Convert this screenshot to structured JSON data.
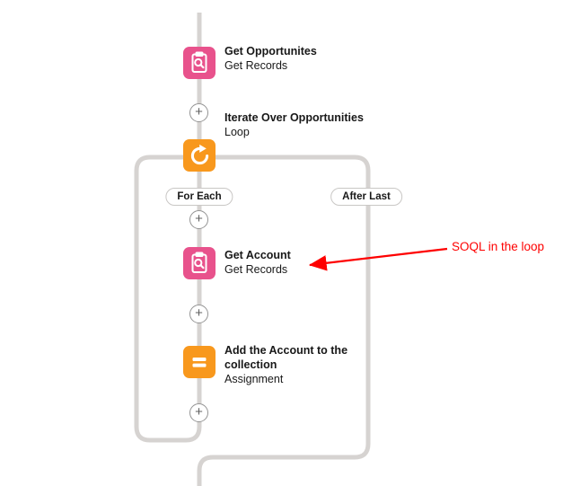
{
  "colors": {
    "pink": "#e8528c",
    "orange": "#f8981d",
    "connector": "#d6d3d1",
    "annotation": "#fe0000",
    "text": "#181818"
  },
  "icons": {
    "plus": "+"
  },
  "nodes": {
    "get_opportunities": {
      "title": "Get Opportunites",
      "subtitle": "Get Records"
    },
    "loop": {
      "title": "Iterate Over Opportunities",
      "subtitle": "Loop"
    },
    "get_account": {
      "title": "Get Account",
      "subtitle": "Get Records"
    },
    "assignment": {
      "title": "Add the Account to the collection",
      "subtitle": "Assignment"
    }
  },
  "connector_labels": {
    "for_each": "For Each",
    "after_last": "After Last"
  },
  "annotation": {
    "text": "SOQL in the loop"
  }
}
